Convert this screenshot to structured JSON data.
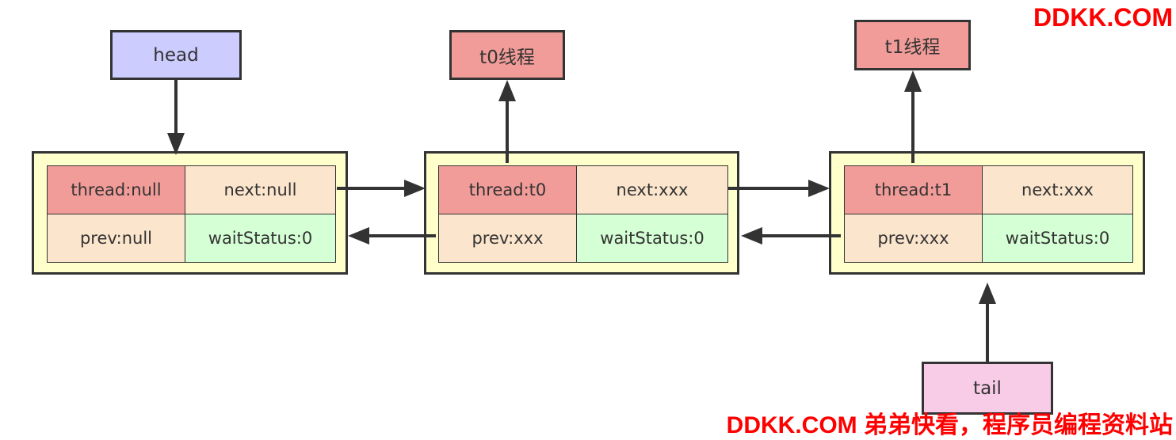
{
  "colors": {
    "head_box": "#ccccff",
    "thread_box": "#f19c99",
    "tail_box": "#f8cce6",
    "node_bg": "#ffffcc",
    "cell_thread": "#f19c99",
    "cell_link": "#fce5cd",
    "cell_status": "#d5ffd5",
    "watermark": "#ff0000"
  },
  "labels": {
    "head": "head",
    "tail": "tail",
    "t0": "t0线程",
    "t1": "t1线程"
  },
  "nodes": [
    {
      "thread": "thread:null",
      "next": "next:null",
      "prev": "prev:null",
      "waitStatus": "waitStatus:0"
    },
    {
      "thread": "thread:t0",
      "next": "next:xxx",
      "prev": "prev:xxx",
      "waitStatus": "waitStatus:0"
    },
    {
      "thread": "thread:t1",
      "next": "next:xxx",
      "prev": "prev:xxx",
      "waitStatus": "waitStatus:0"
    }
  ],
  "watermark": {
    "top": "DDKK.COM",
    "bottom": "DDKK.COM 弟弟快看，程序员编程资料站"
  }
}
